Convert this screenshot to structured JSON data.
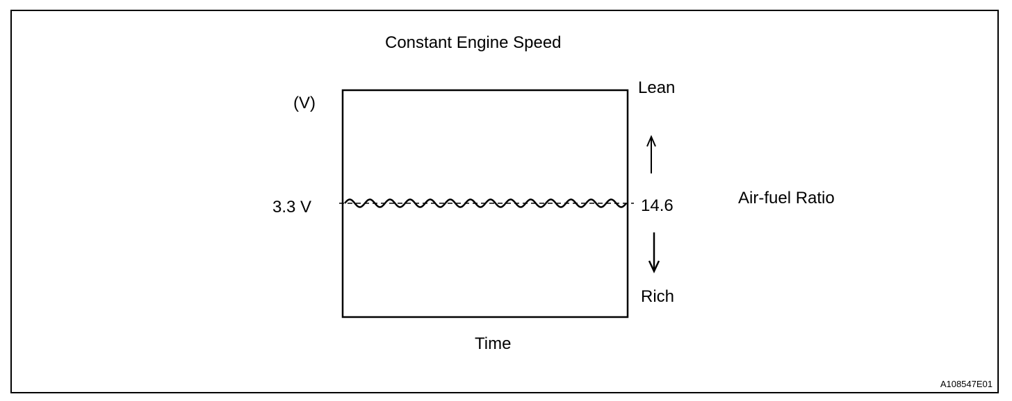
{
  "title": "Constant Engine Speed",
  "y_unit": "(V)",
  "voltage_label": "3.3 V",
  "ratio_value": "14.6",
  "lean_label": "Lean",
  "rich_label": "Rich",
  "axis_label": "Air-fuel Ratio",
  "time_label": "Time",
  "ref_code": "A108547E01",
  "colors": {
    "line": "#000000",
    "background": "#ffffff"
  },
  "waveform": {
    "shape": "sine",
    "cycles": 14
  }
}
